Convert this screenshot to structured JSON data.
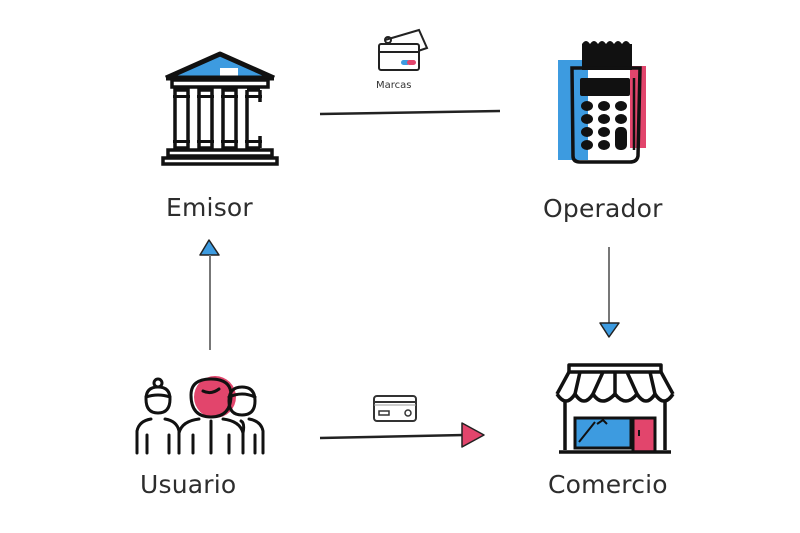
{
  "diagram": {
    "colors": {
      "blue": "#3d9be0",
      "pink": "#e2456c",
      "stroke": "#111111",
      "connector": "#555555"
    },
    "nodes": [
      {
        "id": "emisor",
        "label": "Emisor",
        "icon": "bank-building-icon"
      },
      {
        "id": "operador",
        "label": "Operador",
        "icon": "pos-terminal-icon"
      },
      {
        "id": "usuario",
        "label": "Usuario",
        "icon": "users-group-icon"
      },
      {
        "id": "comercio",
        "label": "Comercio",
        "icon": "storefront-icon"
      }
    ],
    "edges": [
      {
        "from": "emisor",
        "to": "operador",
        "label": "Marcas",
        "icon": "cards-icon",
        "arrow": "none"
      },
      {
        "from": "operador",
        "to": "comercio",
        "arrow": "down",
        "arrow_color": "blue"
      },
      {
        "from": "usuario",
        "to": "emisor",
        "arrow": "up",
        "arrow_color": "blue"
      },
      {
        "from": "usuario",
        "to": "comercio",
        "icon": "credit-card-icon",
        "arrow": "right",
        "arrow_color": "pink"
      }
    ]
  }
}
